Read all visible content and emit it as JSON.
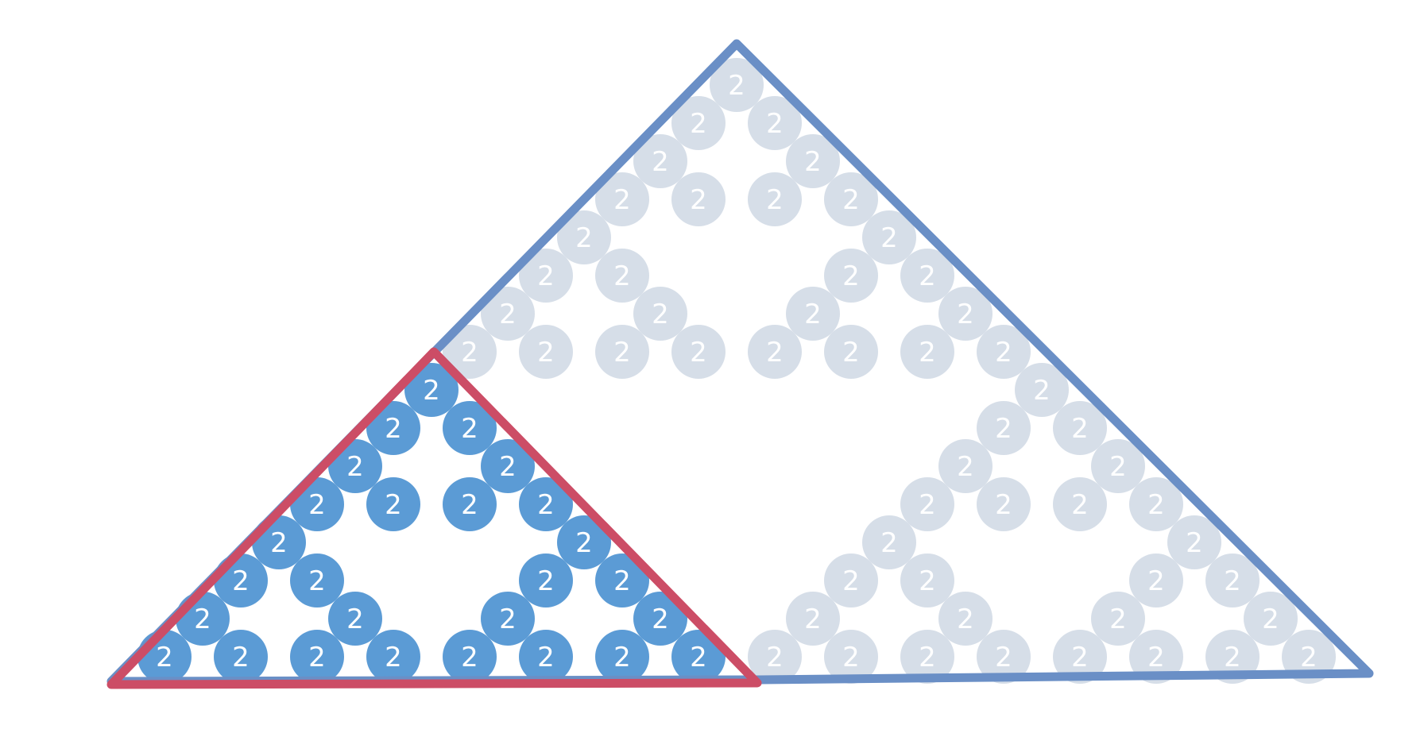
{
  "circle_label": "2",
  "rows": 16,
  "colors": {
    "background": "#ffffff",
    "large_triangle_outline": "#6a8fc6",
    "small_triangle_outline": "#cc4d66",
    "highlighted_circle_fill": "#5b9bd5",
    "faded_circle_fill": "#d6dee8",
    "circle_text": "#ffffff"
  },
  "large_triangle": {
    "name": "Sierpinski triangle (16 rows of 2s)",
    "circle_style": "faded"
  },
  "small_triangle": {
    "name": "highlighted sub-triangle (bottom-left, 8 rows of 2s)",
    "circle_style": "highlighted"
  }
}
